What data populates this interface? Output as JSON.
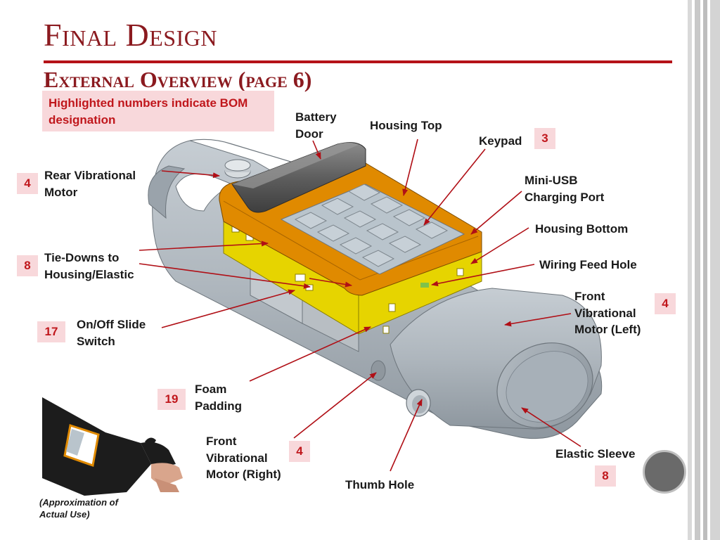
{
  "slide": {
    "title": "Final Design",
    "subtitle": "External Overview (page 6)",
    "note": "Highlighted numbers indicate BOM designation",
    "caption": "(Approximation of\nActual Use)"
  },
  "labels": {
    "battery_door": "Battery\nDoor",
    "housing_top": "Housing Top",
    "keypad": "Keypad",
    "mini_usb": "Mini-USB\nCharging Port",
    "housing_bottom": "Housing Bottom",
    "wiring_feed_hole": "Wiring Feed Hole",
    "front_motor_left": "Front\nVibrational\nMotor (Left)",
    "rear_motor": "Rear Vibrational\nMotor",
    "tie_downs": "Tie-Downs to\nHousing/Elastic",
    "on_off": "On/Off Slide\nSwitch",
    "foam": "Foam\nPadding",
    "front_motor_right": "Front\nVibrational\nMotor (Right)",
    "thumb_hole": "Thumb Hole",
    "elastic_sleeve": "Elastic Sleeve"
  },
  "bom": {
    "keypad": "3",
    "rear_motor": "4",
    "tie_downs": "8",
    "on_off": "17",
    "foam": "19",
    "front_motor_right": "4",
    "front_motor_left": "4",
    "elastic_sleeve": "8"
  },
  "colors": {
    "title": "#8b1a1f",
    "rule": "#b51218",
    "badge_bg": "#f8d8db",
    "badge_text": "#c0171c",
    "arrow": "#b00f16",
    "housing_top": "#e08a00",
    "housing_bottom": "#e6d400",
    "sleeve": "#aab3bb"
  }
}
